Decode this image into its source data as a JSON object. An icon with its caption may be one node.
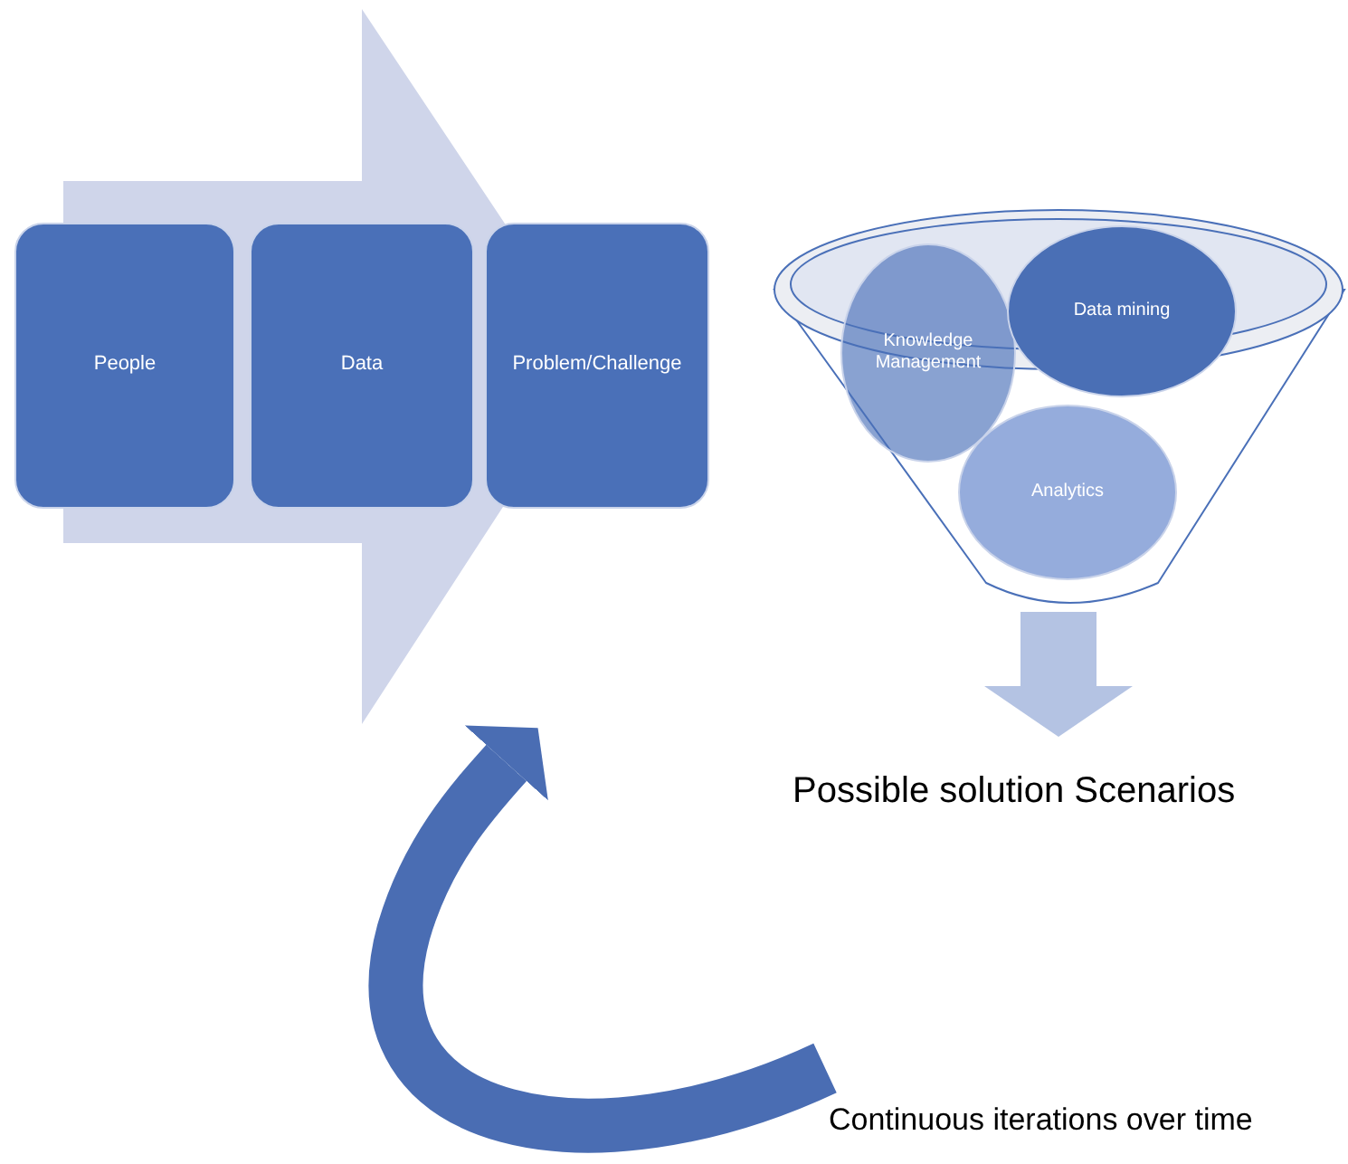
{
  "diagram": {
    "nodes": [
      {
        "text": [],
        "shape": "arrow"
      },
      {
        "text": [
          "People"
        ]
      },
      {
        "text": [
          "Data"
        ],
        "in": 0
      },
      {
        "text": [
          "Problem/Challenge"
        ]
      },
      {
        "text": [],
        "shape": "funnel"
      },
      {
        "text": [
          "Knowledge Management"
        ]
      },
      {
        "text": [
          "Data mining"
        ]
      },
      {
        "text": [
          "Analytics"
        ],
        "in": 4
      },
      {
        "text": [
          "Possible solution Scenarios"
        ]
      },
      {
        "text": [
          "Continuous iterations over time"
        ]
      }
    ],
    "edges": [
      {
        "from": 4,
        "to": 8,
        "arrow": "to",
        "color": "#b4c3e3"
      },
      {
        "from": 9,
        "to": 0,
        "arrow": "to",
        "color": "#4a6db3"
      }
    ]
  }
}
